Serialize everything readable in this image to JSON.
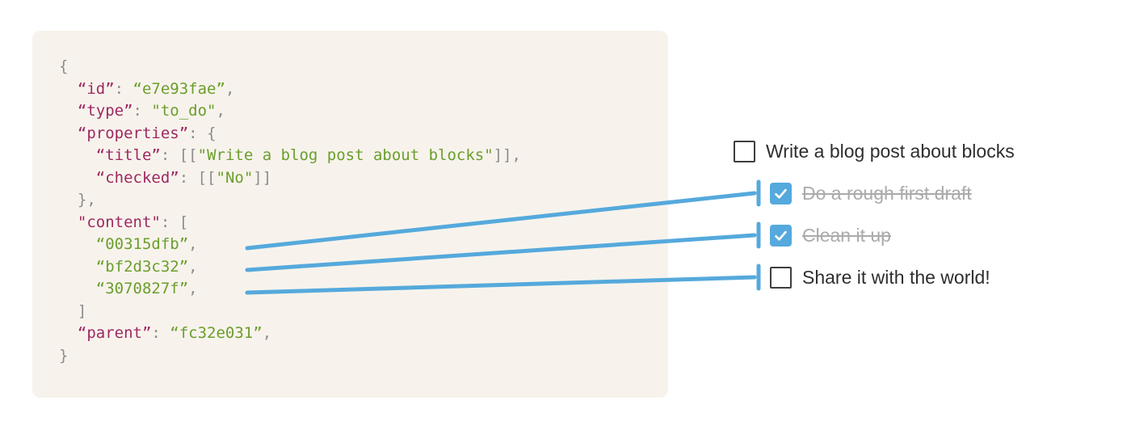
{
  "code_block": {
    "background": "#f7f3ec",
    "syntax_colors": {
      "key": "#9e2862",
      "string": "#6b9e2c",
      "punctuation": "#8c8c8c"
    },
    "lines": [
      [
        {
          "c": "p",
          "t": "{"
        }
      ],
      [
        {
          "c": "p",
          "t": "  "
        },
        {
          "c": "k",
          "t": "“id”"
        },
        {
          "c": "p",
          "t": ": "
        },
        {
          "c": "s",
          "t": "“e7e93fae”"
        },
        {
          "c": "p",
          "t": ","
        }
      ],
      [
        {
          "c": "p",
          "t": "  "
        },
        {
          "c": "k",
          "t": "“type”"
        },
        {
          "c": "p",
          "t": ": "
        },
        {
          "c": "s",
          "t": "\"to_do\""
        },
        {
          "c": "p",
          "t": ","
        }
      ],
      [
        {
          "c": "p",
          "t": "  "
        },
        {
          "c": "k",
          "t": "“properties”"
        },
        {
          "c": "p",
          "t": ": "
        },
        {
          "c": "p",
          "t": "{"
        }
      ],
      [
        {
          "c": "p",
          "t": "    "
        },
        {
          "c": "k",
          "t": "“title”"
        },
        {
          "c": "p",
          "t": ": "
        },
        {
          "c": "p",
          "t": "[["
        },
        {
          "c": "s",
          "t": "\"Write a blog post about blocks\""
        },
        {
          "c": "p",
          "t": "]],"
        }
      ],
      [
        {
          "c": "p",
          "t": "    "
        },
        {
          "c": "k",
          "t": "“checked”"
        },
        {
          "c": "p",
          "t": ": "
        },
        {
          "c": "p",
          "t": "[["
        },
        {
          "c": "s",
          "t": "\"No\""
        },
        {
          "c": "p",
          "t": "]]"
        }
      ],
      [
        {
          "c": "p",
          "t": "  },"
        }
      ],
      [
        {
          "c": "p",
          "t": "  "
        },
        {
          "c": "k",
          "t": "\"content\""
        },
        {
          "c": "p",
          "t": ": "
        },
        {
          "c": "p",
          "t": "["
        }
      ],
      [
        {
          "c": "p",
          "t": "    "
        },
        {
          "c": "s",
          "t": "“00315dfb”"
        },
        {
          "c": "p",
          "t": ","
        }
      ],
      [
        {
          "c": "p",
          "t": "    "
        },
        {
          "c": "s",
          "t": "“bf2d3c32”"
        },
        {
          "c": "p",
          "t": ","
        }
      ],
      [
        {
          "c": "p",
          "t": "    "
        },
        {
          "c": "s",
          "t": "“3070827f”"
        },
        {
          "c": "p",
          "t": ","
        }
      ],
      [
        {
          "c": "p",
          "t": "  ]"
        }
      ],
      [
        {
          "c": "p",
          "t": "  "
        },
        {
          "c": "k",
          "t": "“parent”"
        },
        {
          "c": "p",
          "t": ": "
        },
        {
          "c": "s",
          "t": "“fc32e031”"
        },
        {
          "c": "p",
          "t": ","
        }
      ],
      [
        {
          "c": "p",
          "t": "}"
        }
      ]
    ]
  },
  "todo_list": {
    "accent_color": "#55a9dc",
    "items": [
      {
        "label": "Write a blog post about blocks",
        "checked": false,
        "completed": false,
        "indent": 0
      },
      {
        "label": "Do a rough first draft",
        "checked": true,
        "completed": true,
        "indent": 1
      },
      {
        "label": "Clean it up",
        "checked": true,
        "completed": true,
        "indent": 1
      },
      {
        "label": "Share it with the world!",
        "checked": false,
        "completed": false,
        "indent": 1
      }
    ]
  },
  "connectors": {
    "color": "#55a9dc",
    "links": [
      {
        "from": "“00315dfb”",
        "to": "Do a rough first draft"
      },
      {
        "from": "“bf2d3c32”",
        "to": "Clean it up"
      },
      {
        "from": "“3070827f”",
        "to": "Share it with the world!"
      }
    ]
  }
}
